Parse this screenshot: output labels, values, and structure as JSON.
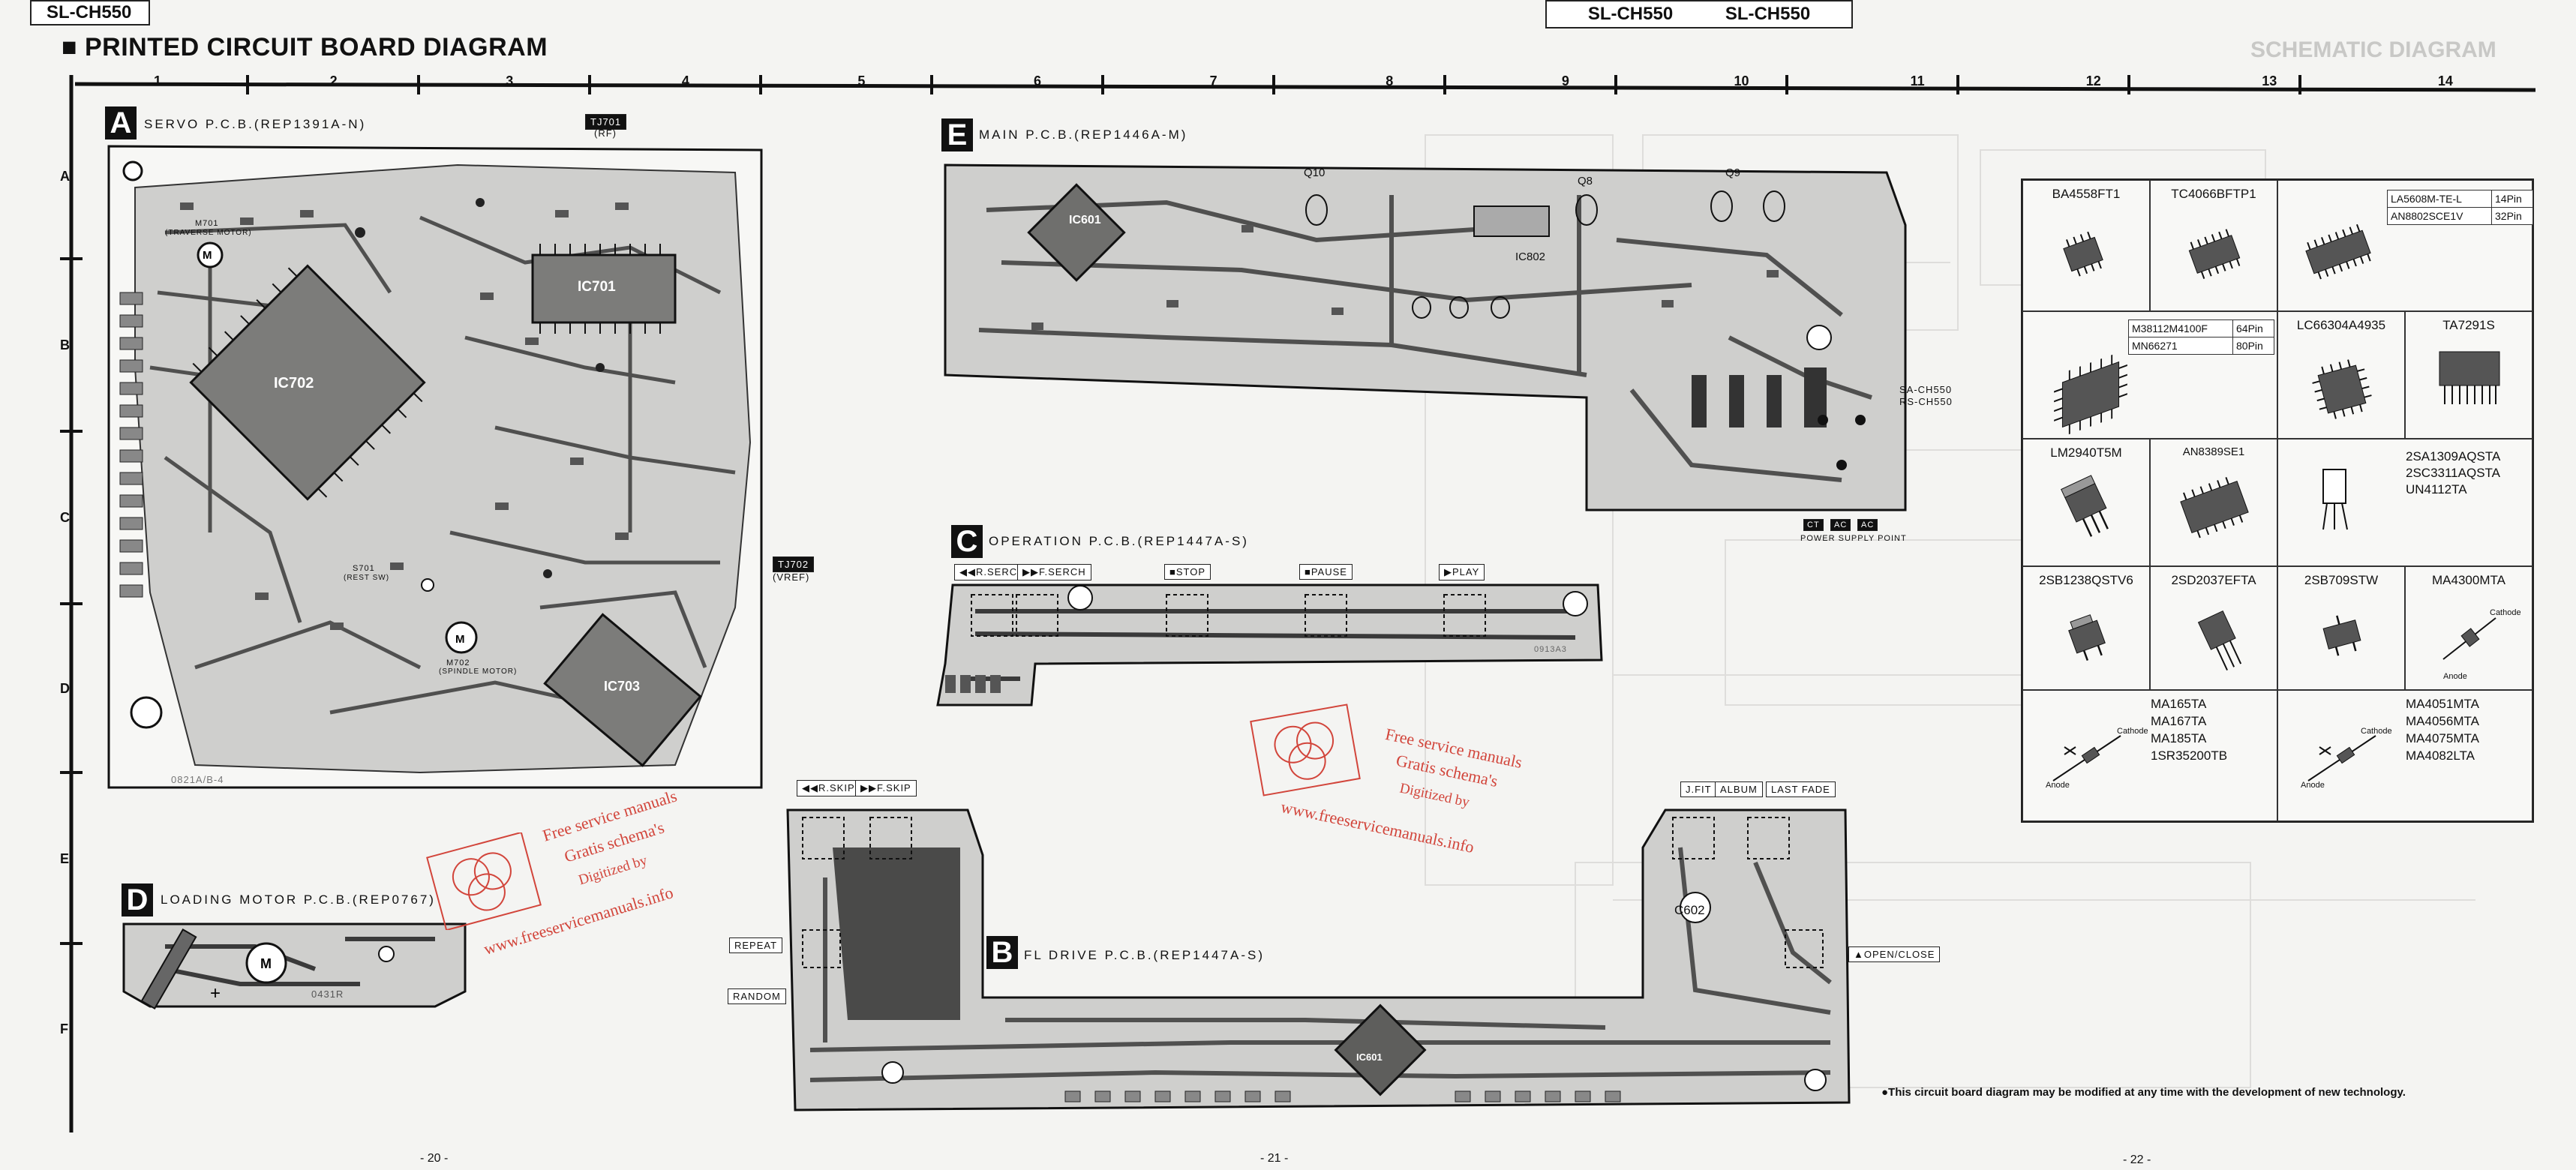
{
  "header": {
    "model_left": "SL-CH550",
    "model_right_1": "SL-CH550",
    "model_right_2": "SL-CH550",
    "section_title": "PRINTED CIRCUIT BOARD DIAGRAM",
    "faded_title": "SCHEMATIC DIAGRAM"
  },
  "grid": {
    "columns": [
      "1",
      "2",
      "3",
      "4",
      "5",
      "6",
      "7",
      "8",
      "9",
      "10",
      "11",
      "12",
      "13",
      "14"
    ],
    "rows": [
      "A",
      "B",
      "C",
      "D",
      "E",
      "F"
    ]
  },
  "boards": {
    "servo": {
      "letter": "A",
      "title": "SERVO  P.C.B.(REP1391A-N)",
      "tj701": "TJ701",
      "tj701_sub": "(RF)",
      "tj702": "TJ702",
      "tj702_sub": "(VREF)",
      "ic702": "IC702",
      "ic701": "IC701",
      "ic703": "IC703",
      "m701": "M701",
      "m701_sub": "(TRAVERSE MOTOR)",
      "m702": "M702",
      "m702_sub": "(SPINDLE MOTOR)",
      "s701": "S701",
      "s701_sub": "(REST SW)",
      "code": "0821A/B-4"
    },
    "loading": {
      "letter": "D",
      "title": "LOADING MOTOR  P.C.B.(REP0767)",
      "m": "M",
      "code": "0431R"
    },
    "main": {
      "letter": "E",
      "title": "MAIN  P.C.B.(REP1446A-M)",
      "ic601": "IC601",
      "ic802": "IC802",
      "q10": "Q10",
      "q8": "Q8",
      "q9": "Q9",
      "variant": "SA-CH550\nRS-CH550",
      "ct": "CT",
      "ac1": "AC",
      "ac2": "AC",
      "psp": "POWER SUPPLY POINT"
    },
    "operation": {
      "letter": "C",
      "title": "OPERATION  P.C.B.(REP1447A-S)",
      "b1": "◀◀R.SERCH",
      "b2": "▶▶F.SERCH",
      "b3": "■STOP",
      "b4": "■PAUSE",
      "b5": "▶PLAY",
      "code": "0913A3"
    },
    "fl_drive": {
      "letter": "B",
      "title": "FL DRIVE  P.C.B.(REP1447A-S)",
      "b1": "◀◀R.SKIP",
      "b2": "▶▶F.SKIP",
      "b3": "REPEAT",
      "b4": "RANDOM",
      "b5": "J.FIT",
      "b6": "ALBUM",
      "b7": "LAST FADE",
      "b8": "▲OPEN/CLOSE",
      "ic": "IC601",
      "c602": "C602"
    }
  },
  "ic_table": {
    "r1": [
      "BA4558FT1",
      "TC4066BFTP1"
    ],
    "r1_pins": [
      [
        "LA5608M-TE-L",
        "14Pin"
      ],
      [
        "AN8802SCE1V",
        "32Pin"
      ]
    ],
    "r2_pins": [
      [
        "M38112M4100F",
        "64Pin"
      ],
      [
        "MN66271",
        "80Pin"
      ]
    ],
    "r2": [
      "LC66304A4935",
      "TA7291S"
    ],
    "r3": [
      "LM2940T5M",
      "AN8389SE1"
    ],
    "r3_trans": [
      "2SA1309AQSTA",
      "2SC3311AQSTA",
      "UN4112TA"
    ],
    "r4": [
      "2SB1238QSTV6",
      "2SD2037EFTA",
      "2SB709STW",
      "MA4300MTA"
    ],
    "r5_left": [
      "MA165TA",
      "MA167TA",
      "MA185TA",
      "1SR35200TB"
    ],
    "r5_right": [
      "MA4051MTA",
      "MA4056MTA",
      "MA4075MTA",
      "MA4082LTA"
    ],
    "cathode": "Cathode",
    "anode": "Anode"
  },
  "watermarks": {
    "line1": "Free service manuals",
    "line2": "Gratis schema's",
    "line3": "Digitized by",
    "line4": "www.freeservicemanuals.info"
  },
  "footer": {
    "note": "●This circuit board diagram may be modified at any time with the development of new technology.",
    "page_20": "- 20 -",
    "page_21": "- 21 -",
    "page_22": "- 22 -"
  },
  "colors": {
    "trace": "#3a3a3a",
    "board": "#c9c9c7",
    "watermark": "#d2453b"
  }
}
